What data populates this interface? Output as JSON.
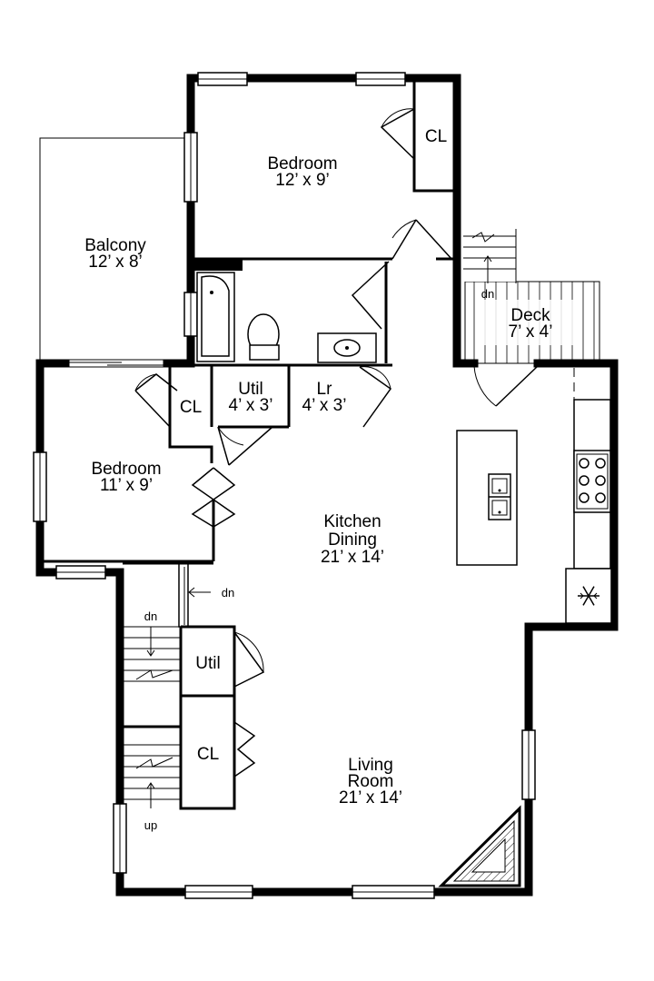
{
  "rooms": {
    "bedroom_top": {
      "name": "Bedroom",
      "size": "12’ x 9’"
    },
    "balcony": {
      "name": "Balcony",
      "size": "12’ x 8’"
    },
    "bedroom_left": {
      "name": "Bedroom",
      "size": "11’ x 9’"
    },
    "util_small": {
      "name": "Util",
      "size": "4’ x 3’"
    },
    "laundry": {
      "name": "Lr",
      "size": "4’ x 3’"
    },
    "kitchen": {
      "name": "Kitchen",
      "name2": "Dining",
      "size": "21’ x 14’"
    },
    "living": {
      "name": "Living",
      "name2": "Room",
      "size": "21’ x 14’"
    },
    "deck": {
      "name": "Deck",
      "size": "7’ x 4’"
    }
  },
  "closets": {
    "cl_top": "CL",
    "cl_left": "CL",
    "cl_stair": "CL",
    "util_stair": "Util"
  },
  "stairs": {
    "dn_deck": "dn",
    "dn_hall": "dn",
    "dn_left": "dn",
    "up_left": "up"
  }
}
